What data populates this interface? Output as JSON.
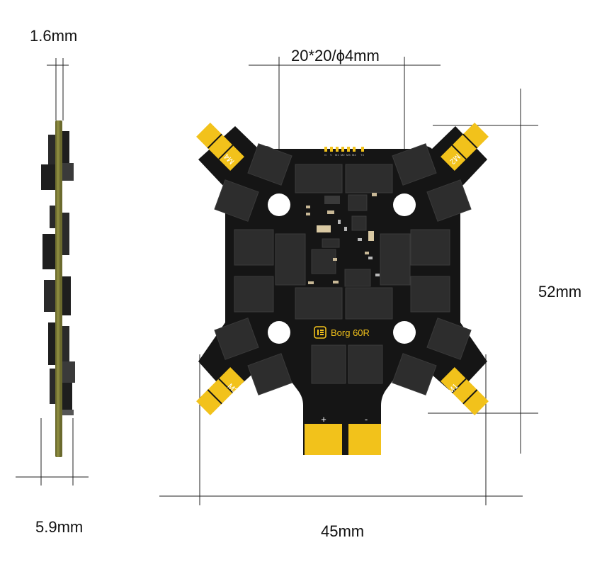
{
  "dimensions": {
    "side_thickness": "1.6mm",
    "side_height": "5.9mm",
    "mount_pattern": "20*20/ϕ4mm",
    "board_height": "52mm",
    "board_width": "45mm"
  },
  "board": {
    "brand_text": "Borg 60R",
    "pad_labels": {
      "m1": "M1",
      "m2": "M2",
      "m3": "M3",
      "m4": "M4"
    },
    "power_plus": "+",
    "power_minus": "-",
    "header_pins": [
      "TX",
      "M4",
      "M3",
      "M2",
      "M1",
      "V",
      "G"
    ]
  },
  "colors": {
    "pcb": "#151515",
    "pad": "#f2c21b",
    "chip": "#2d2d2d",
    "chip_edge": "#3a3a3a",
    "hole": "#ffffff",
    "side_pcb": "#6b6a2e",
    "dim_line": "#222222"
  }
}
